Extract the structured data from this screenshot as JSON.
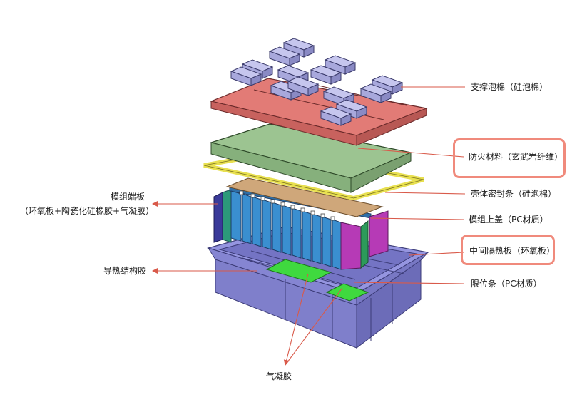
{
  "labels": {
    "support_foam": "支撑泡棉（硅泡棉）",
    "fireproof": "防火材料（玄武岩纤维）",
    "housing_seal": "壳体密封条（硅泡棉）",
    "module_end_plate_title": "模组端板",
    "module_end_plate_desc": "（环氧板+陶瓷化硅橡胶+气凝胶）",
    "module_top_cover": "模组上盖（PC材质）",
    "middle_insulation": "中间隔热板（环氧板）",
    "thermal_glue": "导热结构胶",
    "limit_strip": "限位条（PC材质）",
    "aerogel": "气凝胶"
  },
  "colors": {
    "leader_line": "#d95a4a",
    "highlight": "#f08a7c",
    "foam_plate": "#e27b76",
    "foam_block": "#a8a8dc",
    "fire_sheet": "#9cc491",
    "seal": "#e8e050",
    "top_cover": "#cfa77a",
    "cells": "#3a8fd0",
    "end_plate": "#b63ab6",
    "housing": "#8a8ad6",
    "thermal_glue": "#3fd93f"
  }
}
